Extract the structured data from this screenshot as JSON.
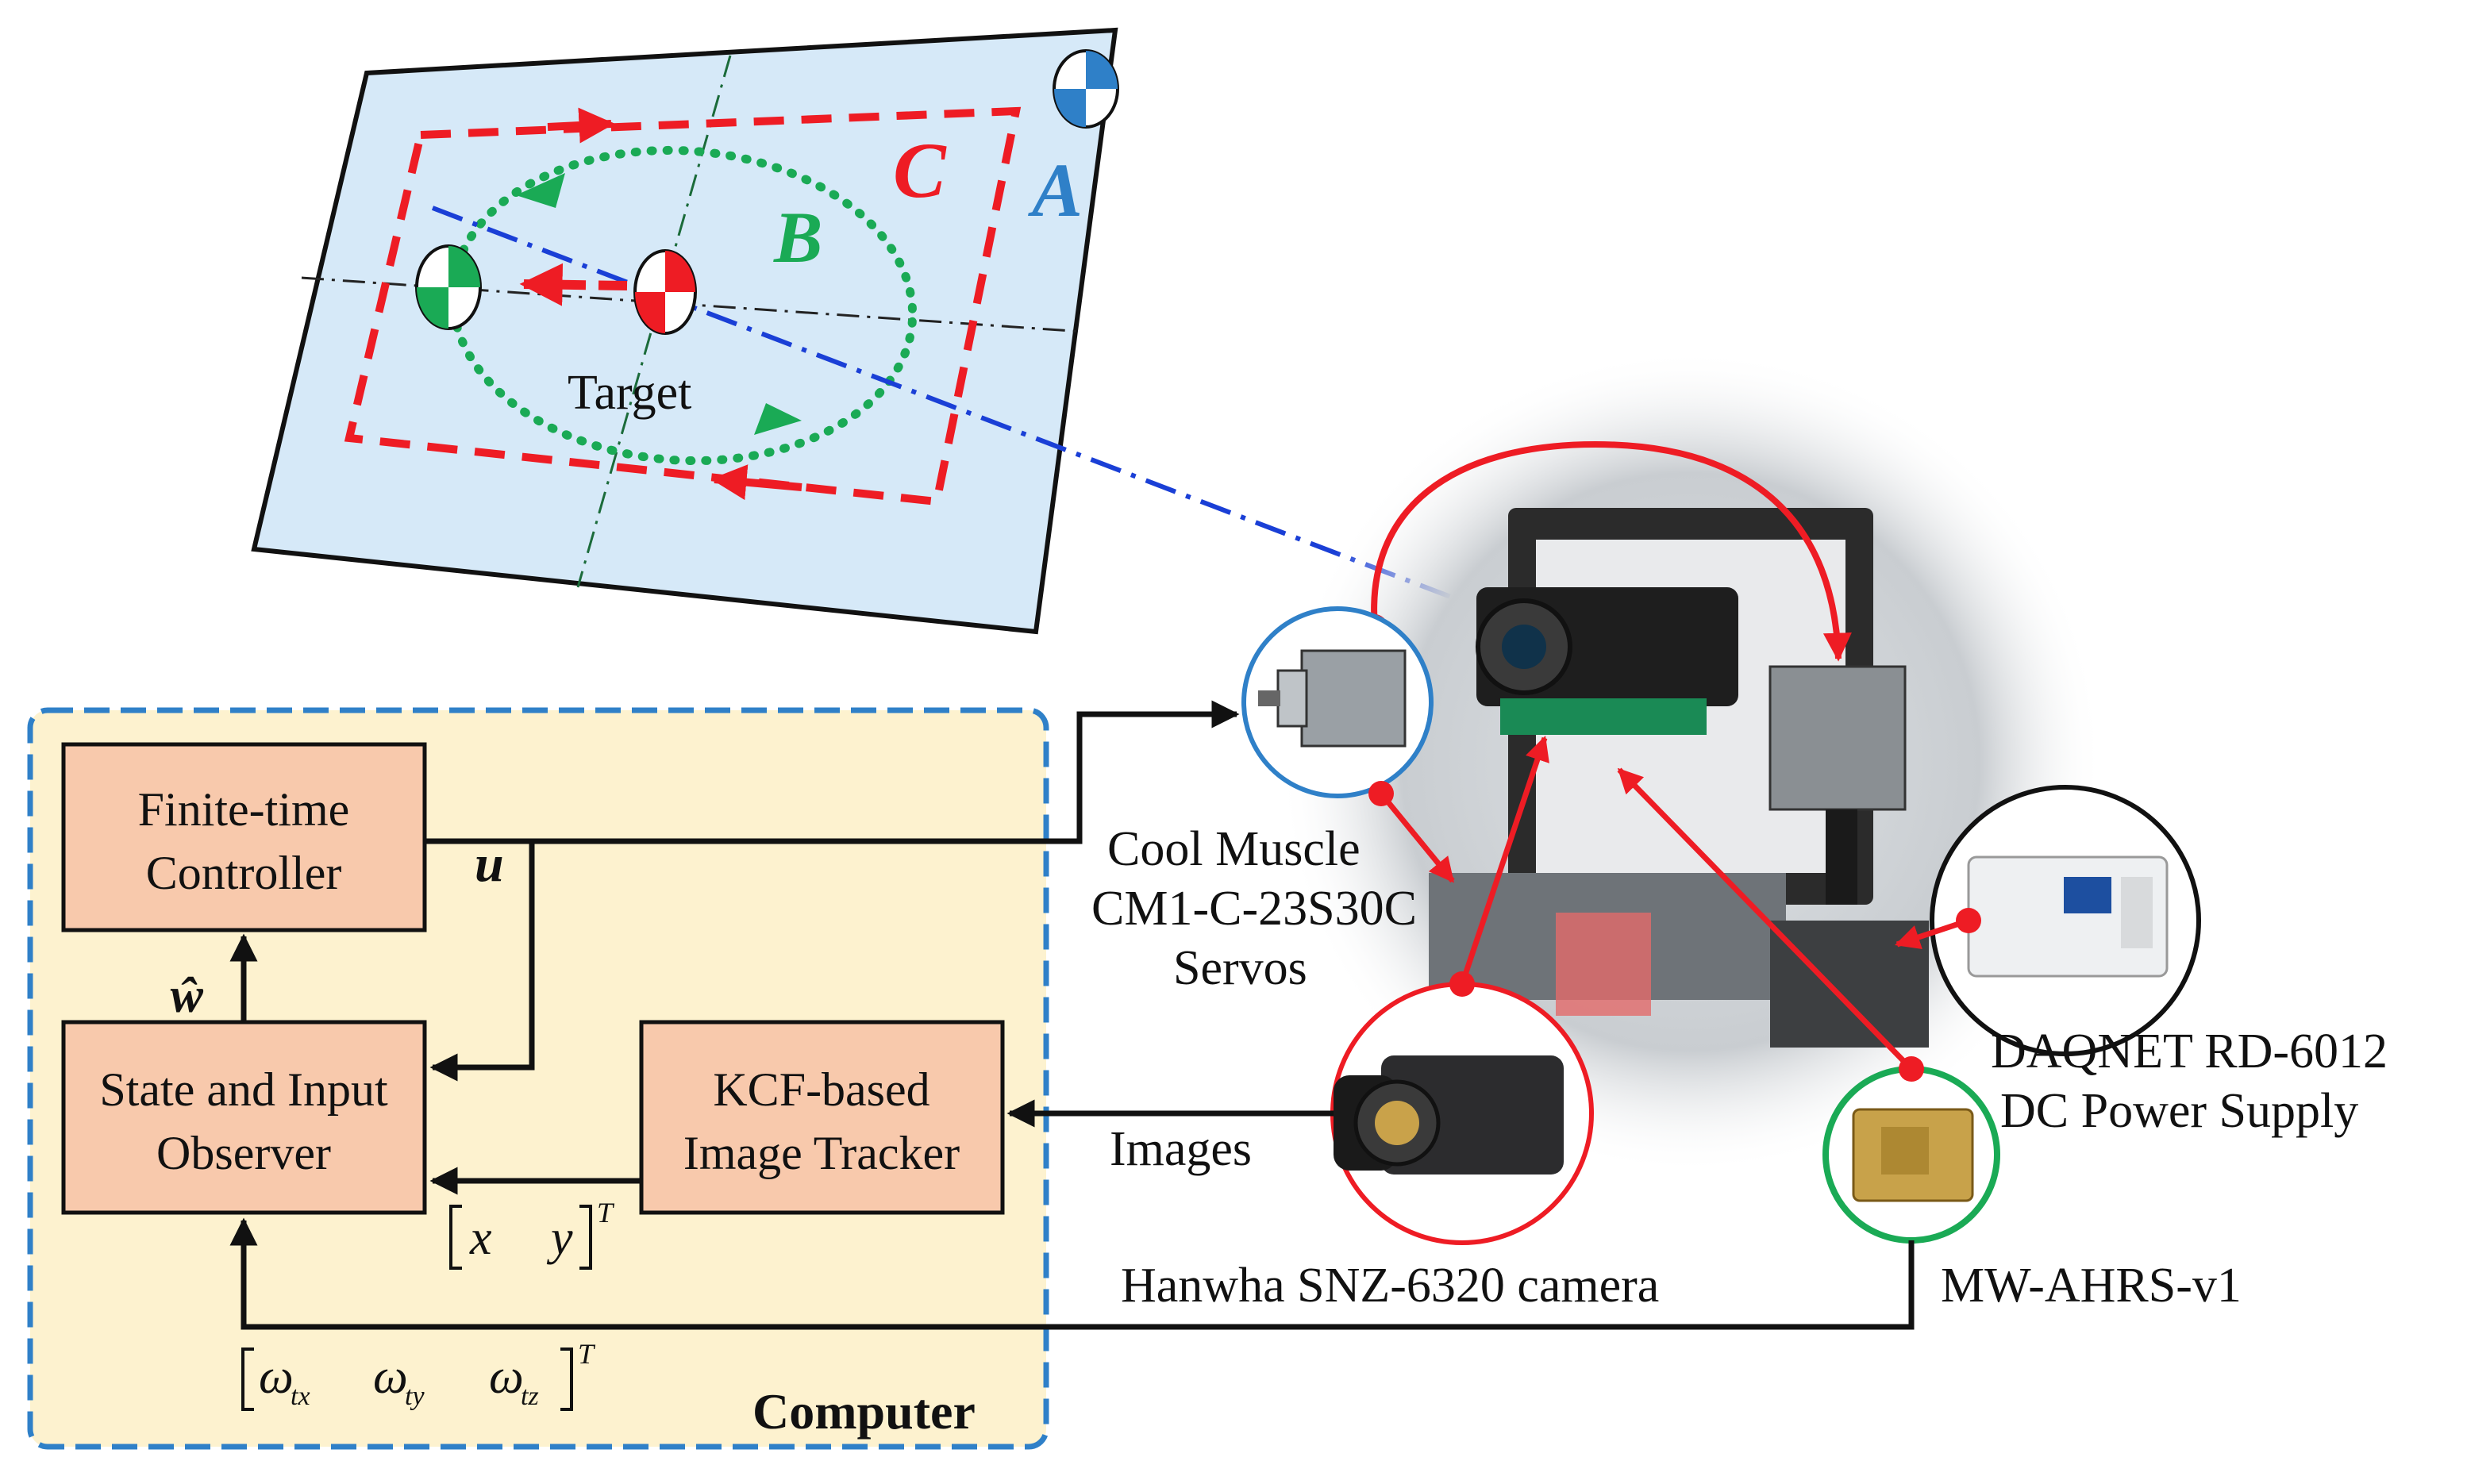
{
  "plane": {
    "label_a": "A",
    "label_b": "B",
    "label_c": "C",
    "target_label": "Target"
  },
  "computer": {
    "label": "Computer",
    "controller": {
      "line1": "Finite-time",
      "line2": "Controller"
    },
    "observer": {
      "line1": "State and Input",
      "line2": "Observer"
    },
    "tracker": {
      "line1": "KCF-based",
      "line2": "Image Tracker"
    },
    "u_label": "u",
    "w_hat_label": "ŵ",
    "xy_vector": {
      "x": "x",
      "y": "y",
      "transpose": "T"
    },
    "omega_vector": {
      "omega": "ω",
      "sub_x": "tx",
      "sub_y": "ty",
      "sub_z": "tz",
      "transpose": "T"
    }
  },
  "devices": {
    "servo": {
      "line1": "Cool Muscle",
      "line2": "CM1-C-23S30C",
      "line3": "Servos"
    },
    "power": {
      "line1": "DAQNET RD-6012",
      "line2": "DC Power Supply"
    },
    "camera": {
      "label": "Hanwha SNZ-6320 camera"
    },
    "ahrs": {
      "label": "MW-AHRS-v1"
    },
    "images_label": "Images"
  },
  "colors": {
    "red": "#ee1c24",
    "green": "#1aaa55",
    "blue": "#1a3fd6",
    "plane_fill": "#d6e9f8",
    "computer_fill": "#fdf2cf",
    "computer_border": "#2f80c8",
    "block_fill": "#f8c9ac"
  }
}
